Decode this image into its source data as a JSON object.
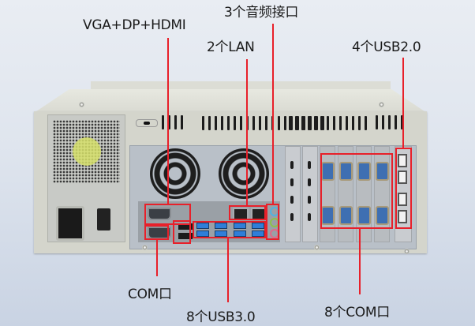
{
  "image": {
    "subject": "industrial-pc-rear-panel",
    "background_color": "#dfe5ee",
    "annotation_color": "#e8202a"
  },
  "callouts": {
    "video": {
      "label": "VGA+DP+HDMI"
    },
    "audio": {
      "label": "3个音频接口"
    },
    "lan": {
      "label": "2个LAN"
    },
    "usb2": {
      "label": "4个USB2.0"
    },
    "com_single": {
      "label": "COM口"
    },
    "usb3": {
      "label": "8个USB3.0"
    },
    "com_multi": {
      "label": "8个COM口"
    }
  },
  "chassis": {
    "color": "#d4d5cc",
    "psu_label": "",
    "fans": 2,
    "expansion_slots_blank": 2,
    "com_cards": 4
  }
}
